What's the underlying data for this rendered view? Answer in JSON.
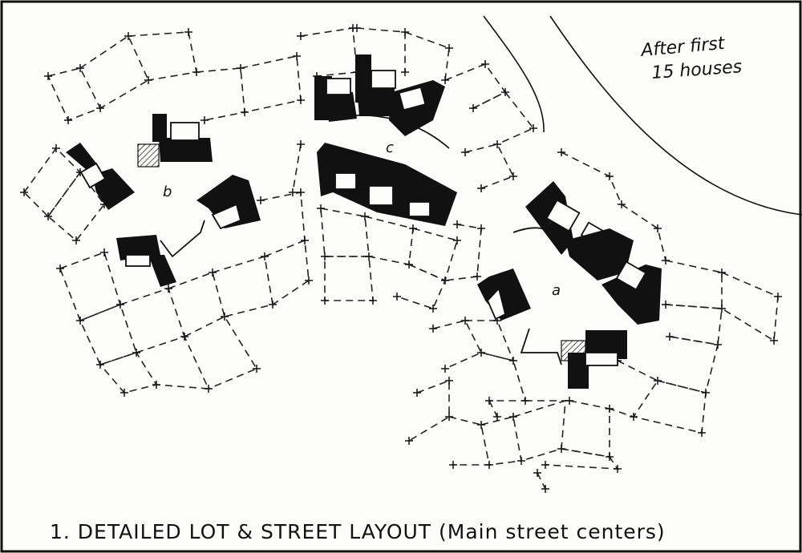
{
  "annotations": {
    "note_line1": "After first",
    "note_line2": "15 houses",
    "plaza_a": "a",
    "plaza_b": "b",
    "plaza_c": "c",
    "caption": "1. DETAILED LOT & STREET LAYOUT (Main street centers)"
  },
  "legend_items": {
    "house_color": "#111111",
    "paper_color": "#fdfdfc"
  }
}
